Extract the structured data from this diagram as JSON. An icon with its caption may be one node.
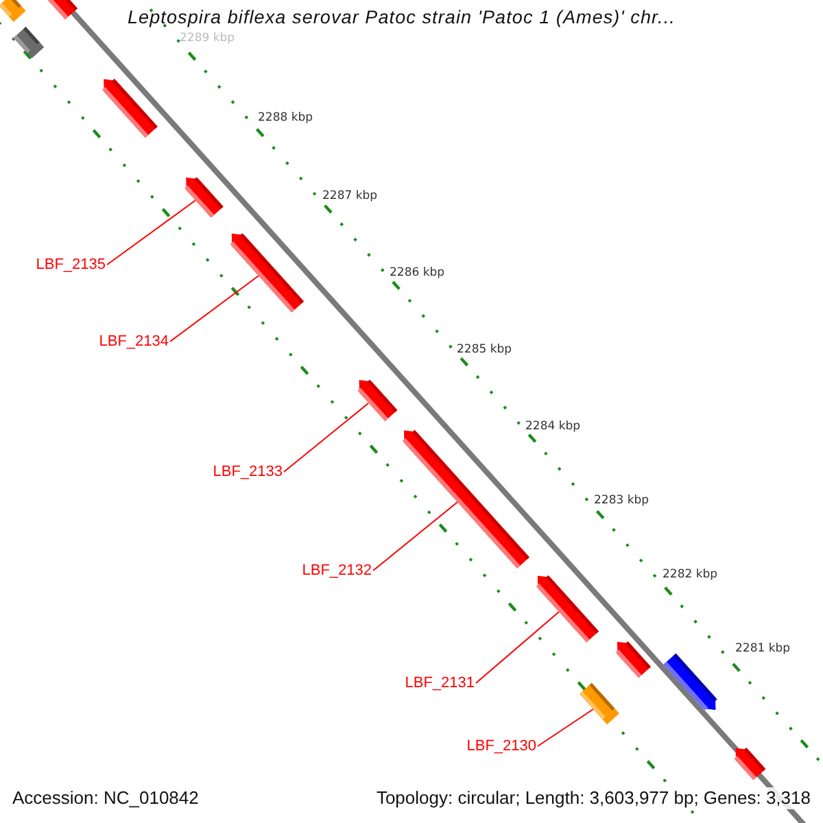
{
  "diagram": {
    "title": "Leptospira biflexa serovar Patoc strain 'Patoc 1 (Ames)' chr...",
    "nodes": [
      {
        "text": [
          "LBF_2135"
        ]
      },
      {
        "text": [
          "LBF_2134"
        ]
      },
      {
        "text": [
          "LBF_2133"
        ]
      },
      {
        "text": [
          "LBF_2132"
        ]
      },
      {
        "text": [
          "LBF_2131"
        ]
      },
      {
        "text": [
          "LBF_2130"
        ]
      },
      {
        "text": [],
        "shape": "box"
      },
      {
        "text": [],
        "shape": "arrow"
      },
      {
        "text": [],
        "shape": "box"
      },
      {
        "text": [],
        "shape": "arrow"
      },
      {
        "text": [],
        "shape": "arrow"
      },
      {
        "text": [],
        "shape": "arrow"
      },
      {
        "text": [],
        "shape": "arrow"
      },
      {
        "text": [],
        "shape": "arrow"
      },
      {
        "text": [],
        "shape": "arrow"
      },
      {
        "text": [],
        "shape": "arrow"
      },
      {
        "text": [],
        "shape": "box"
      },
      {
        "text": [],
        "shape": "arrow"
      },
      {
        "text": [],
        "shape": "arrow"
      }
    ],
    "edges": [
      {
        "from": 0,
        "to": 10,
        "arrow": "none"
      },
      {
        "from": 1,
        "to": 11,
        "arrow": "none"
      },
      {
        "from": 2,
        "to": 12,
        "arrow": "none"
      },
      {
        "from": 3,
        "to": 13,
        "arrow": "none"
      },
      {
        "from": 4,
        "to": 14,
        "arrow": "none"
      },
      {
        "from": 5,
        "to": 16,
        "arrow": "none"
      }
    ],
    "labels": [
      "2289 kbp",
      "2288 kbp",
      "2287 kbp",
      "2286 kbp",
      "2285 kbp",
      "2284 kbp",
      "2283 kbp",
      "2282 kbp",
      "2281 kbp",
      "Accession: NC_010842",
      "Topology: circular; Length: 3,603,977 bp; Genes: 3,318"
    ]
  }
}
